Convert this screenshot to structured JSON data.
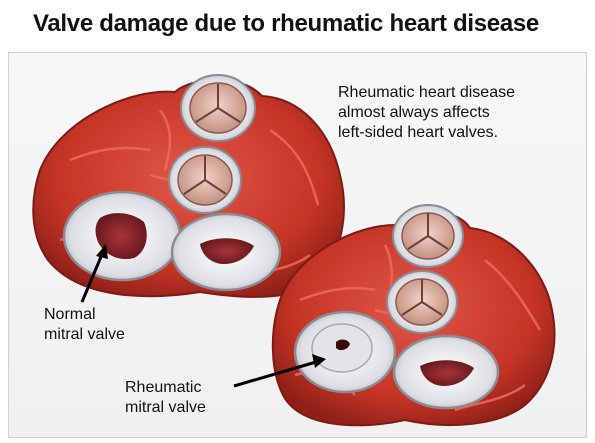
{
  "title": "Valve damage due to rheumatic heart disease",
  "note_lines": [
    "Rheumatic heart disease",
    "almost always affects",
    "left-sided heart valves."
  ],
  "normal_label_lines": [
    "Normal",
    "mitral valve"
  ],
  "rheumatic_label_lines": [
    "Rheumatic",
    "mitral valve"
  ],
  "colors": {
    "muscle": "#c9382a",
    "muscle_dark": "#8f2018",
    "vessel": "#e8554a",
    "annulus": "#e2e2e6",
    "cusp": "#d9b2a5",
    "opening": "#7a1f25",
    "background": "#f2f2f2"
  }
}
